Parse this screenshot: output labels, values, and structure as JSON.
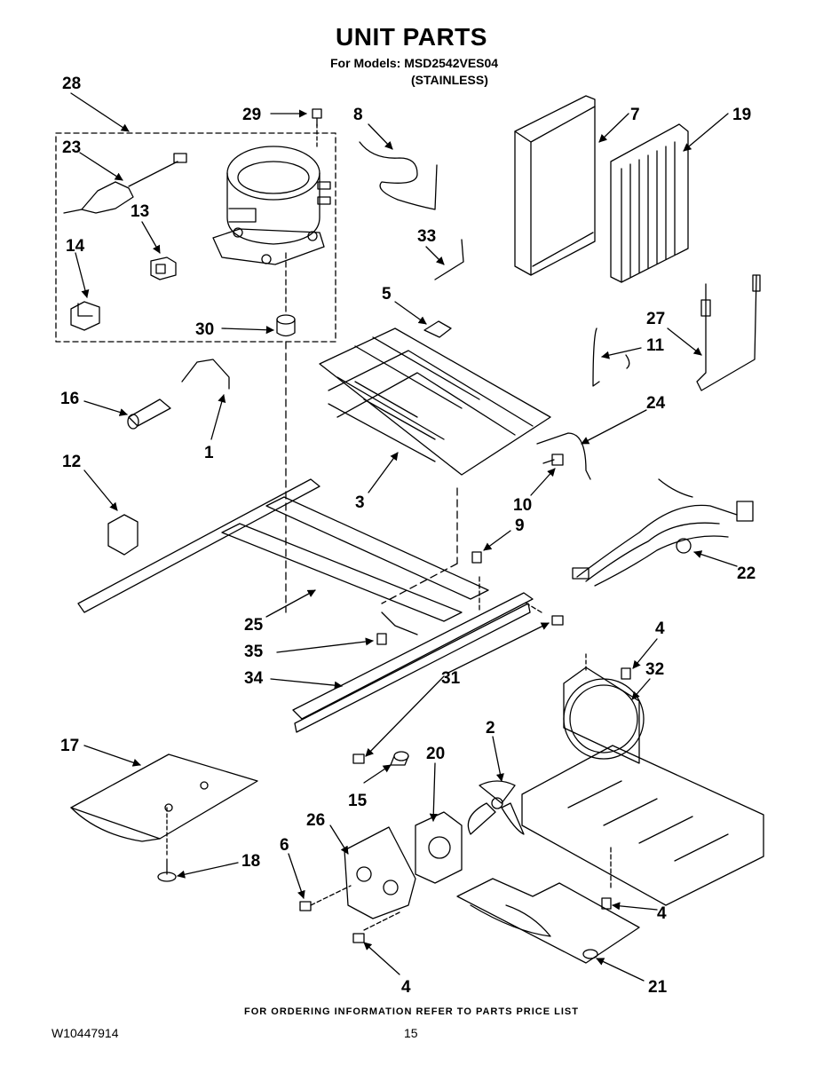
{
  "header": {
    "title": "UNIT PARTS",
    "models_line": "For Models: MSD2542VES04",
    "finish": "(STAINLESS)"
  },
  "footer": {
    "ordering_note": "FOR ORDERING INFORMATION REFER TO PARTS PRICE LIST",
    "document_number": "W10447914",
    "page_number": "15"
  },
  "callouts": {
    "c28": "28",
    "c29": "29",
    "c8": "8",
    "c7": "7",
    "c19": "19",
    "c23": "23",
    "c13": "13",
    "c33": "33",
    "c14": "14",
    "c5": "5",
    "c30": "30",
    "c27": "27",
    "c11": "11",
    "c16": "16",
    "c1": "1",
    "c24": "24",
    "c12": "12",
    "c3": "3",
    "c10": "10",
    "c9": "9",
    "c22": "22",
    "c25": "25",
    "c35": "35",
    "c4a": "4",
    "c32": "32",
    "c34": "34",
    "c31": "31",
    "c17": "17",
    "c2": "2",
    "c20": "20",
    "c15": "15",
    "c26": "26",
    "c6": "6",
    "c18": "18",
    "c4b": "4",
    "c4c": "4",
    "c21": "21"
  }
}
